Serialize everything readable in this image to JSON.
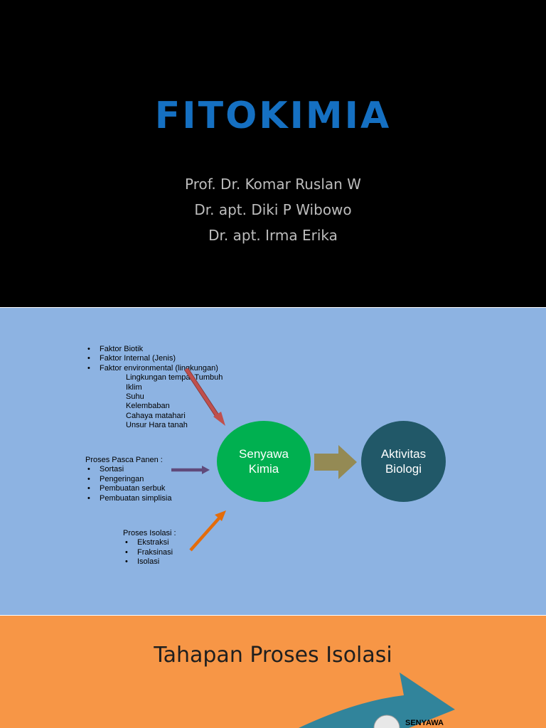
{
  "slide1": {
    "title": "FITOKIMIA",
    "authors": [
      "Prof. Dr. Komar Ruslan W",
      "Dr. apt. Diki P Wibowo",
      "Dr. apt. Irma Erika"
    ],
    "colors": {
      "background": "#000000",
      "title": "#1570c2",
      "authors": "#bdbdbd"
    }
  },
  "slide2": {
    "factors": {
      "bullets": [
        "Faktor Biotik",
        "Faktor Internal (Jenis)",
        "Faktor environmental (lingkungan)"
      ],
      "sub_items": [
        "Lingkungan tempat Tumbuh",
        "Iklim",
        "Suhu",
        "Kelembaban",
        "Cahaya matahari",
        "Unsur Hara tanah"
      ]
    },
    "pasca_panen": {
      "heading": "Proses Pasca Panen :",
      "bullets": [
        "Sortasi",
        "Pengeringan",
        "Pembuatan serbuk",
        "Pembuatan simplisia"
      ]
    },
    "isolasi": {
      "heading": "Proses Isolasi :",
      "bullets": [
        "Ekstraksi",
        "Fraksinasi",
        "Isolasi"
      ]
    },
    "senyawa": {
      "line1": "Senyawa",
      "line2": "Kimia"
    },
    "aktivitas": {
      "line1": "Aktivitas",
      "line2": "Biologi"
    },
    "colors": {
      "background": "#8db3e2",
      "senyawa": "#00b050",
      "aktivitas": "#215868",
      "arrow_red": "#c0504d",
      "arrow_purple": "#604a7b",
      "arrow_orange": "#e46c0a",
      "block_arrow": "#948a54"
    }
  },
  "slide3": {
    "title": "Tahapan Proses Isolasi",
    "label": "SENYAWA",
    "colors": {
      "background": "#f79646",
      "arrow": "#31849b"
    }
  }
}
